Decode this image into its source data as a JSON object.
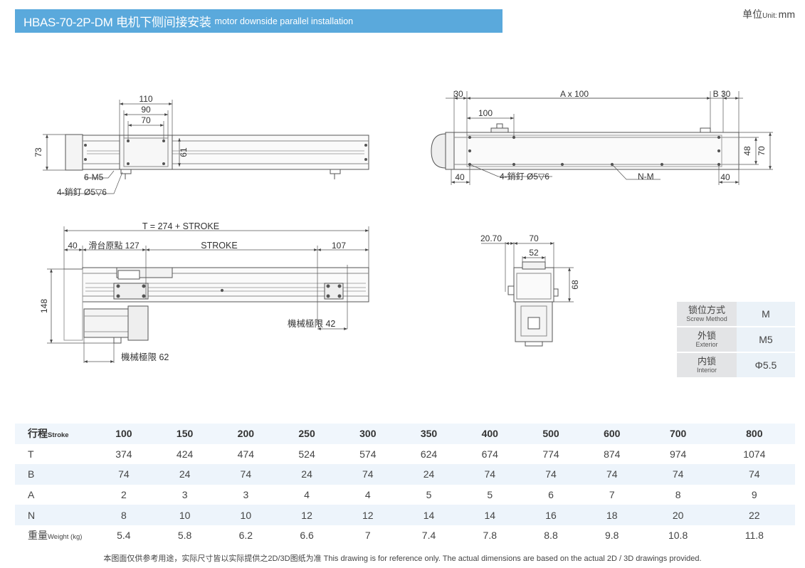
{
  "header": {
    "title": "HBAS-70-2P-DM 电机下侧间接安装",
    "subtitle": "motor downside parallel installation",
    "unit_cn": "单位",
    "unit_en": "Unit:",
    "unit_value": "mm"
  },
  "top_view": {
    "dim_110": "110",
    "dim_90": "90",
    "dim_70": "70",
    "dim_73": "73",
    "dim_61": "61",
    "label_m5": "6-M5",
    "label_pin": "4-銷釘 Ø5▽6"
  },
  "side_view": {
    "dim_30_left": "30",
    "dim_ax100": "A x 100",
    "dim_b30": "B 30",
    "dim_100": "100",
    "dim_40_left": "40",
    "label_pin": "4-銷釘 Ø5▽6",
    "label_nm": "N-M",
    "dim_40_right": "40",
    "dim_48": "48",
    "dim_70": "70"
  },
  "front_view": {
    "dim_t": "T = 274 + STROKE",
    "dim_40": "40",
    "label_origin": "滑台原點 127",
    "label_stroke": "STROKE",
    "dim_107": "107",
    "dim_148": "148",
    "mech_limit_42": "機械極限 42",
    "mech_limit_62": "機械極限 62"
  },
  "end_view": {
    "dim_2070": "20.70",
    "dim_70": "70",
    "dim_52": "52",
    "dim_68": "68"
  },
  "lock_table": [
    {
      "cn": "锁位方式",
      "en": "Screw Method",
      "value": "M"
    },
    {
      "cn": "外锁",
      "en": "Exterior",
      "value": "M5"
    },
    {
      "cn": "内锁",
      "en": "Interior",
      "value": "Φ5.5"
    }
  ],
  "stroke_table": {
    "rows": [
      {
        "label_cn": "行程",
        "label_en": "Stroke",
        "values": [
          "100",
          "150",
          "200",
          "250",
          "300",
          "350",
          "400",
          "500",
          "600",
          "700",
          "800"
        ]
      },
      {
        "label_cn": "T",
        "label_en": "",
        "values": [
          "374",
          "424",
          "474",
          "524",
          "574",
          "624",
          "674",
          "774",
          "874",
          "974",
          "1074"
        ]
      },
      {
        "label_cn": "B",
        "label_en": "",
        "values": [
          "74",
          "24",
          "74",
          "24",
          "74",
          "24",
          "74",
          "74",
          "74",
          "74",
          "74"
        ]
      },
      {
        "label_cn": "A",
        "label_en": "",
        "values": [
          "2",
          "3",
          "3",
          "4",
          "4",
          "5",
          "5",
          "6",
          "7",
          "8",
          "9"
        ]
      },
      {
        "label_cn": "N",
        "label_en": "",
        "values": [
          "8",
          "10",
          "10",
          "12",
          "12",
          "14",
          "14",
          "16",
          "18",
          "20",
          "22"
        ]
      },
      {
        "label_cn": "重量",
        "label_en": "Weight (kg)",
        "values": [
          "5.4",
          "5.8",
          "6.2",
          "6.6",
          "7",
          "7.4",
          "7.8",
          "8.8",
          "9.8",
          "10.8",
          "11.8"
        ]
      }
    ]
  },
  "footnote": "本图面仅供参考用途，实际尺寸皆以实际提供之2D/3D图纸为准 This drawing is for reference only. The actual dimensions are based on the actual 2D / 3D drawings provided."
}
